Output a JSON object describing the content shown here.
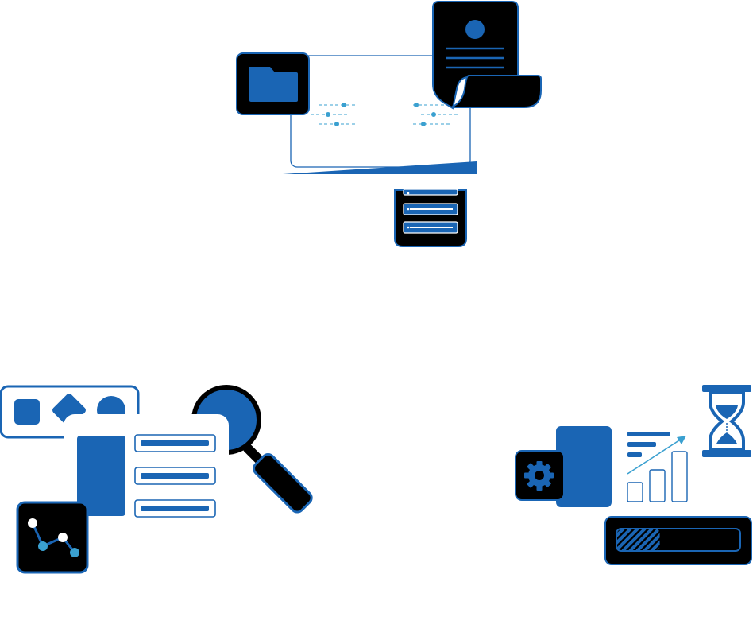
{
  "colors": {
    "primary_blue": "#1a65b4",
    "light_blue": "#3aa0d0",
    "dark": "#000000",
    "background": "#ffffff"
  },
  "groups": [
    {
      "name": "file-transfer-illustration",
      "icons": [
        "folder-icon",
        "document-icon",
        "server-icon"
      ]
    },
    {
      "name": "search-analysis-illustration",
      "icons": [
        "shapes-icon",
        "magnifier-icon",
        "list-panel-icon",
        "line-chart-icon"
      ]
    },
    {
      "name": "processing-illustration",
      "icons": [
        "gear-icon",
        "bar-chart-icon",
        "hourglass-icon",
        "progress-bar-icon"
      ]
    }
  ],
  "progress": {
    "fraction": 0.35
  }
}
